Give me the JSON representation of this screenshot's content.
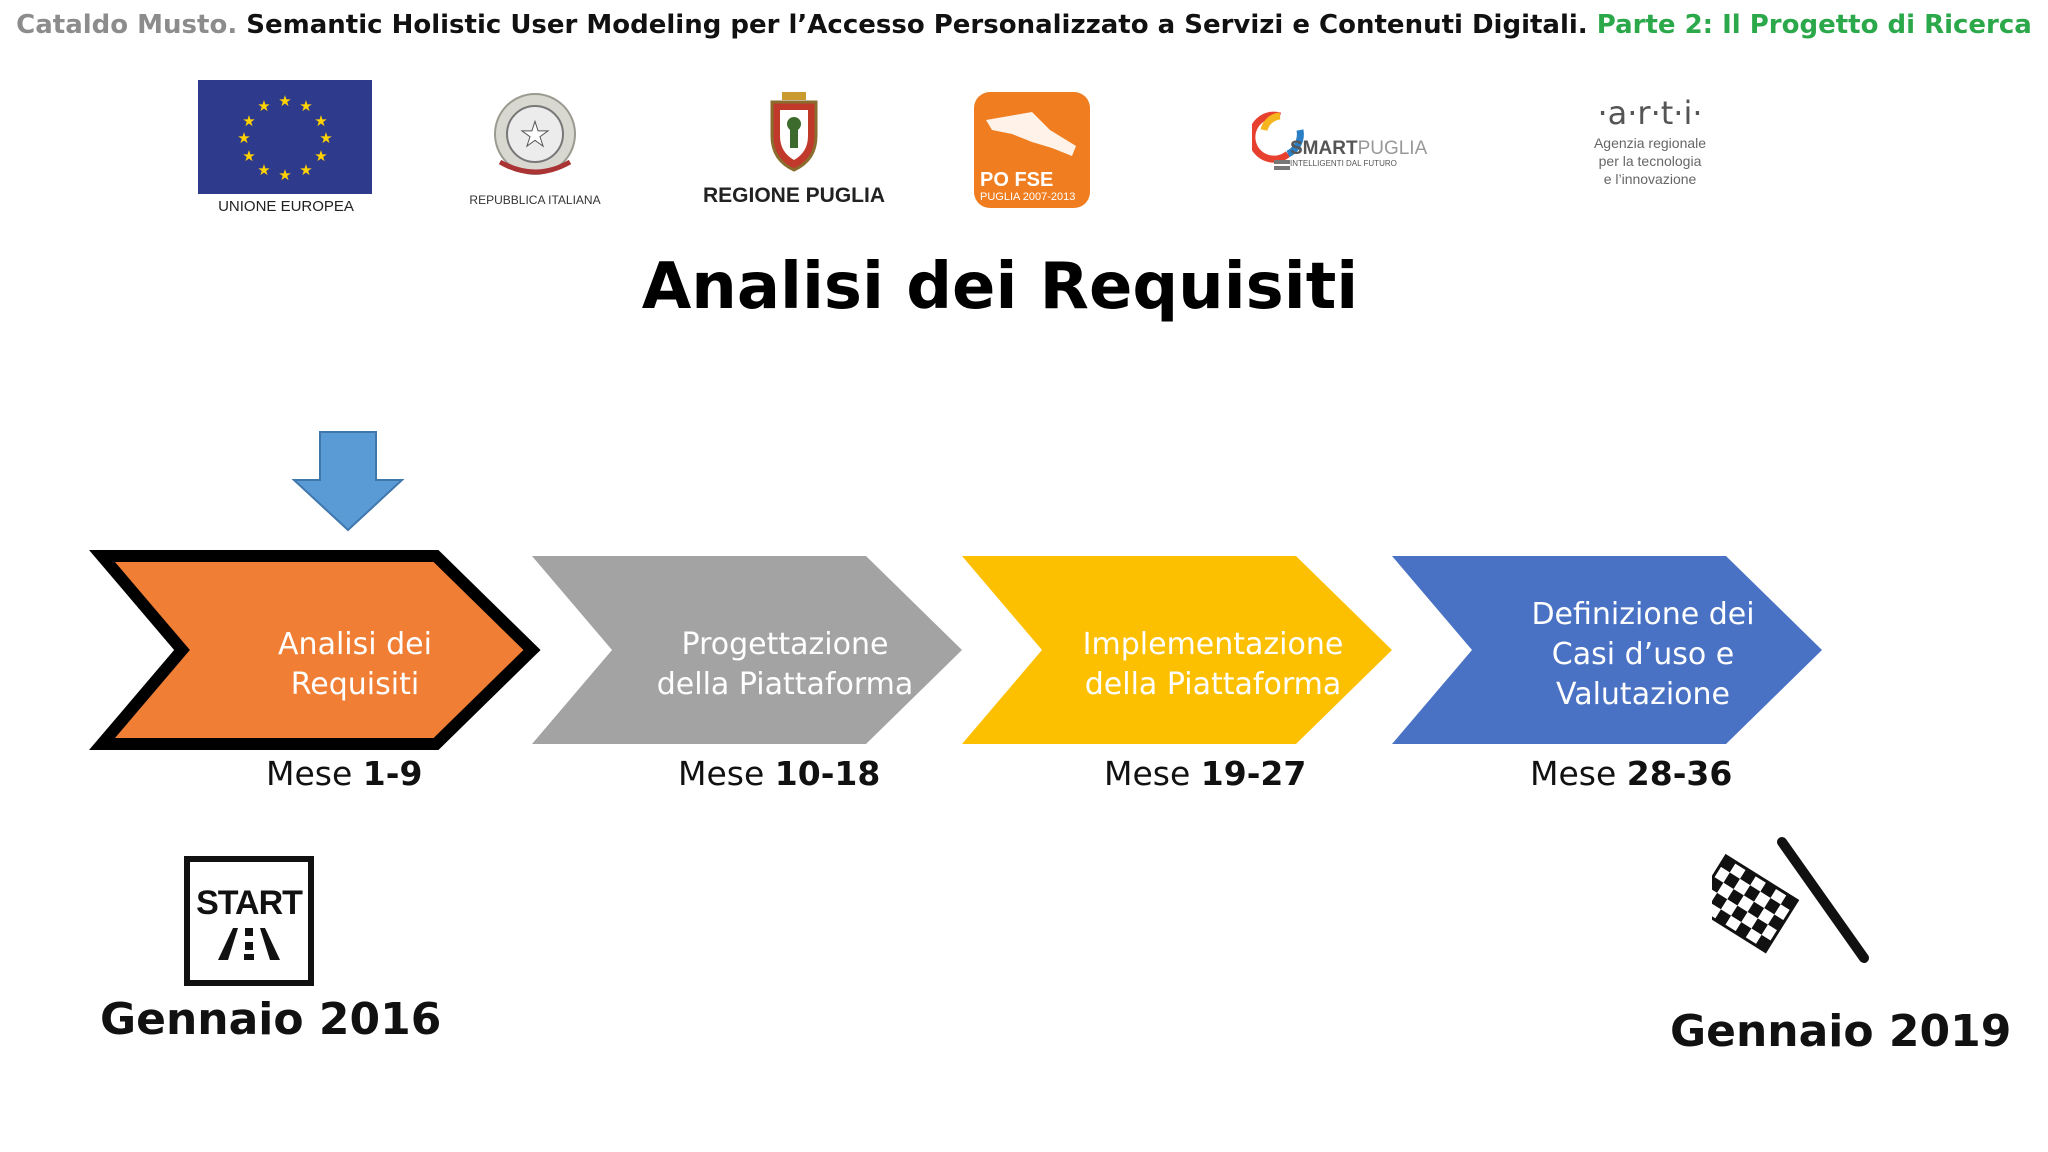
{
  "header": {
    "author": "Cataldo Musto.",
    "title": "Semantic Holistic User Modeling per l’Accesso Personalizzato a Servizi e Contenuti Digitali.",
    "part": "Parte 2: Il Progetto di Ricerca"
  },
  "logos": {
    "eu": "UNIONE EUROPEA",
    "italy": "REPUBBLICA ITALIANA",
    "puglia": "REGIONE PUGLIA",
    "pofse_line1": "PO FSE",
    "pofse_line2": "PUGLIA 2007-2013",
    "smart_a": "SMART",
    "smart_b": "PUGLIA",
    "smart_sub_a": "INTELLIGENTI",
    "smart_sub_b": "DAL FUTURO",
    "arti_mark": "·a·r·t·i·",
    "arti_l1": "Agenzia regionale",
    "arti_l2": "per la tecnologia",
    "arti_l3": "e l’innovazione"
  },
  "main_title": "Analisi dei Requisiti",
  "phases": [
    {
      "line1": "Analisi dei",
      "line2": "Requisiti",
      "line3": "",
      "month_prefix": "Mese",
      "month_range": "1-9",
      "color": "#f07e35"
    },
    {
      "line1": "Progettazione",
      "line2": "della Piattaforma",
      "line3": "",
      "month_prefix": "Mese",
      "month_range": "10-18",
      "color": "#a3a3a3"
    },
    {
      "line1": "Implementazione",
      "line2": "della Piattaforma",
      "line3": "",
      "month_prefix": "Mese",
      "month_range": "19-27",
      "color": "#fdc000"
    },
    {
      "line1": "Definizione dei",
      "line2": "Casi d’uso e",
      "line3": "Valutazione",
      "month_prefix": "Mese",
      "month_range": "28-36",
      "color": "#4a72c4"
    }
  ],
  "indicator_color": "#5b9bd5",
  "start": {
    "sign": "START",
    "date": "Gennaio 2016"
  },
  "finish": {
    "date": "Gennaio 2019"
  }
}
